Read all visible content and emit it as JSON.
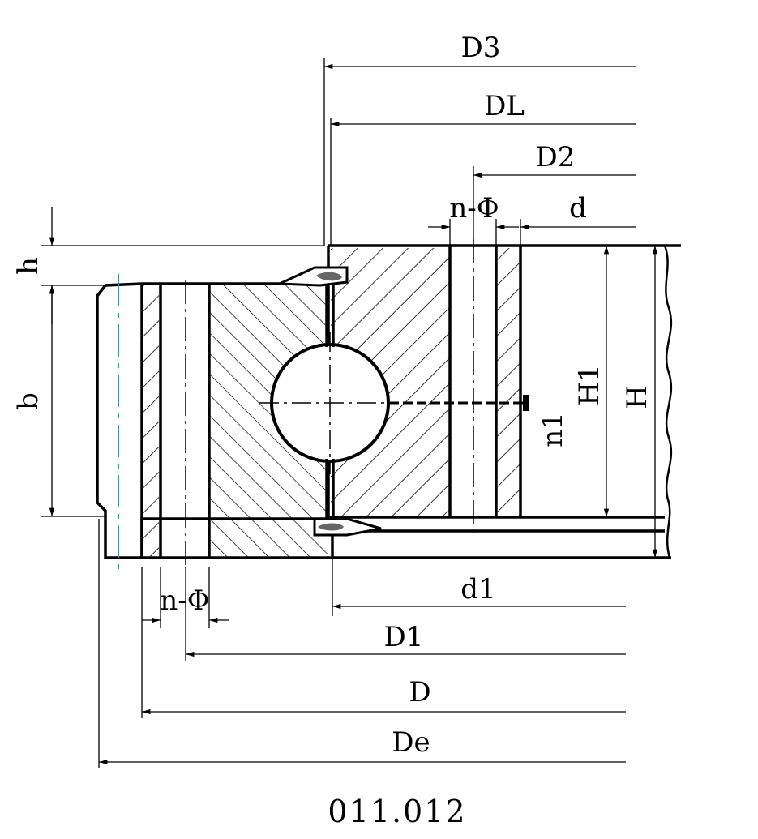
{
  "labels": {
    "D3": "D3",
    "DL": "DL",
    "D2": "D2",
    "n_phi_top": "n-Φ",
    "d": "d",
    "h": "h",
    "b": "b",
    "H1": "H1",
    "H": "H",
    "n1": "n1",
    "d1": "d1",
    "n_phi_bottom": "n-Φ",
    "D1": "D1",
    "D": "D",
    "De": "De"
  },
  "caption": "011.012",
  "colors": {
    "line": "#000000",
    "center_line": "#1a9be0"
  }
}
